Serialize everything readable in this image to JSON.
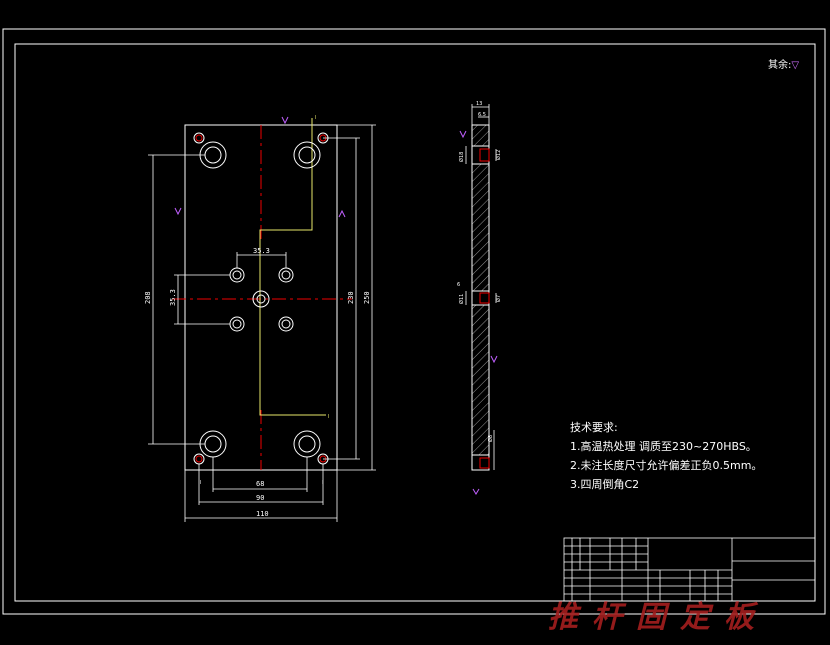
{
  "plate_dims": {
    "width_overall": "110",
    "hole_spacing_x": "90",
    "hole_spacing_x_inner": "68",
    "height_overall": "250",
    "hole_spacing_y": "230",
    "hole_spacing_y_outer": "208",
    "center_pattern_x": "35.3",
    "center_pattern_y": "35.3"
  },
  "side_dims": {
    "thickness": "13",
    "counterbore_depth": "6.5",
    "dia_top_left": "Ø18",
    "dia_top_right": "Ø12",
    "mid_depth": "6",
    "dia_mid_left": "Ø11",
    "dia_mid_right": "Ø7",
    "bottom_dia": "Ø8"
  },
  "roughness_note": {
    "label": "其余:",
    "symbol": "▽"
  },
  "tech_requirements": {
    "title": "技术要求:",
    "items": [
      "1.高温热处理 调质至230~270HBS。",
      "2.未注长度尺寸允许偏差正负0.5mm。",
      "3.四周倒角C2"
    ]
  },
  "title_block": {
    "watermark": "推杆固定板"
  }
}
